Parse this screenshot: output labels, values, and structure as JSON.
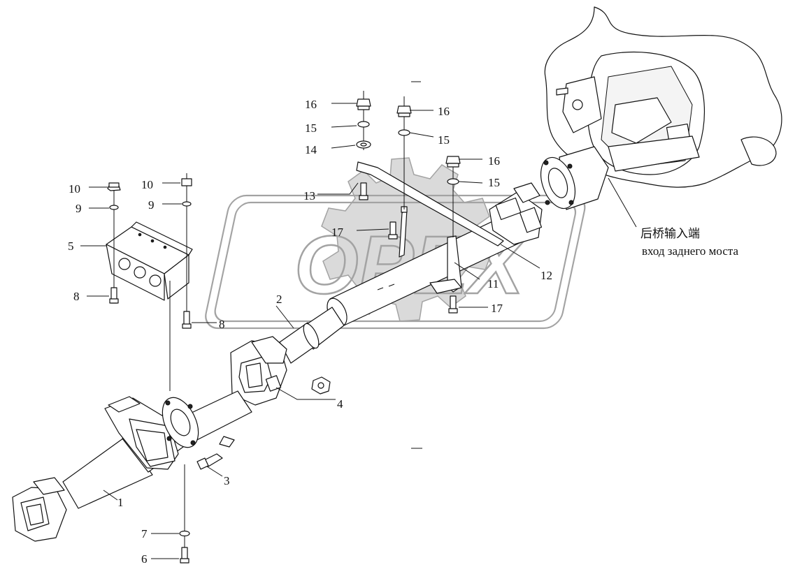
{
  "diagram": {
    "watermark": "OPEX",
    "caption_cn": "后桥输入端",
    "caption_ru": "вход заднего моста",
    "callouts": [
      {
        "id": "c1",
        "text": "1"
      },
      {
        "id": "c2",
        "text": "2"
      },
      {
        "id": "c3",
        "text": "3"
      },
      {
        "id": "c4",
        "text": "4"
      },
      {
        "id": "c5",
        "text": "5"
      },
      {
        "id": "c6",
        "text": "6"
      },
      {
        "id": "c7",
        "text": "7"
      },
      {
        "id": "c8a",
        "text": "8"
      },
      {
        "id": "c8b",
        "text": "8"
      },
      {
        "id": "c9a",
        "text": "9"
      },
      {
        "id": "c9b",
        "text": "9"
      },
      {
        "id": "c10a",
        "text": "10"
      },
      {
        "id": "c10b",
        "text": "10"
      },
      {
        "id": "c11",
        "text": "11"
      },
      {
        "id": "c12",
        "text": "12"
      },
      {
        "id": "c13",
        "text": "13"
      },
      {
        "id": "c14",
        "text": "14"
      },
      {
        "id": "c15a",
        "text": "15"
      },
      {
        "id": "c15b",
        "text": "15"
      },
      {
        "id": "c15c",
        "text": "15"
      },
      {
        "id": "c16a",
        "text": "16"
      },
      {
        "id": "c16b",
        "text": "16"
      },
      {
        "id": "c16c",
        "text": "16"
      },
      {
        "id": "c17a",
        "text": "17"
      },
      {
        "id": "c17b",
        "text": "17"
      }
    ]
  }
}
